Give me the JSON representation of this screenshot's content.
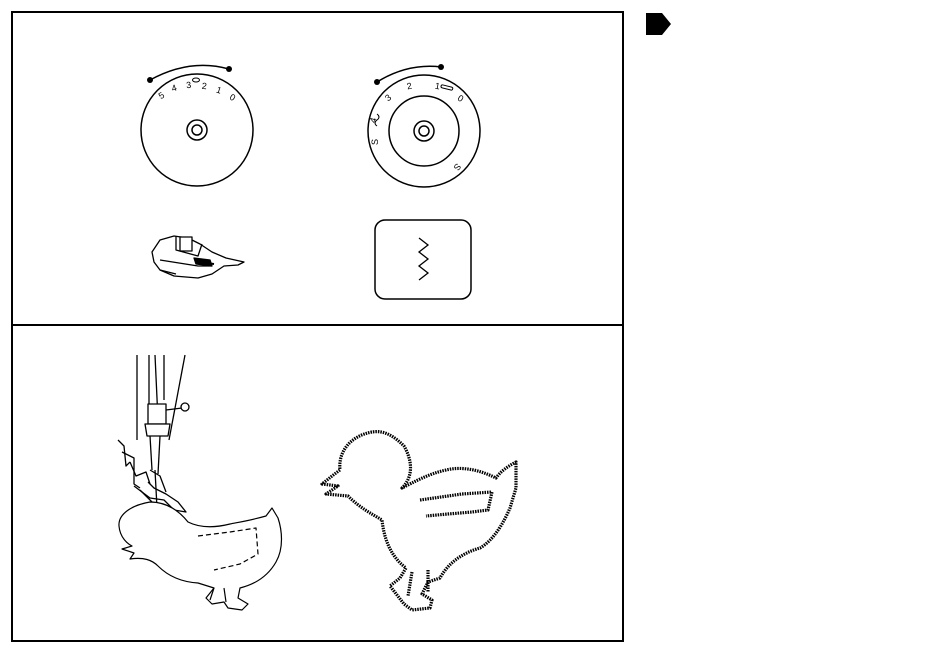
{
  "tension_dial": {
    "marks": [
      "5",
      "4",
      "3",
      "2",
      "1",
      "0"
    ]
  },
  "stitch_length_dial": {
    "marks": [
      "4",
      "3",
      "2",
      "1",
      "0"
    ],
    "stretch_marks": [
      "S",
      "S"
    ]
  },
  "colors": {
    "line": "#000000",
    "background": "#ffffff"
  },
  "icons": {
    "section_marker": "pentagon-arrow-icon",
    "presser_foot": "zigzag-presser-foot-icon",
    "stitch_pattern": "zigzag-stitch-icon",
    "needle": "sewing-machine-needle-icon",
    "applique_chick_plain": "chick-applique-fabric-icon",
    "applique_chick_stitched": "chick-applique-satin-stitched-icon"
  }
}
